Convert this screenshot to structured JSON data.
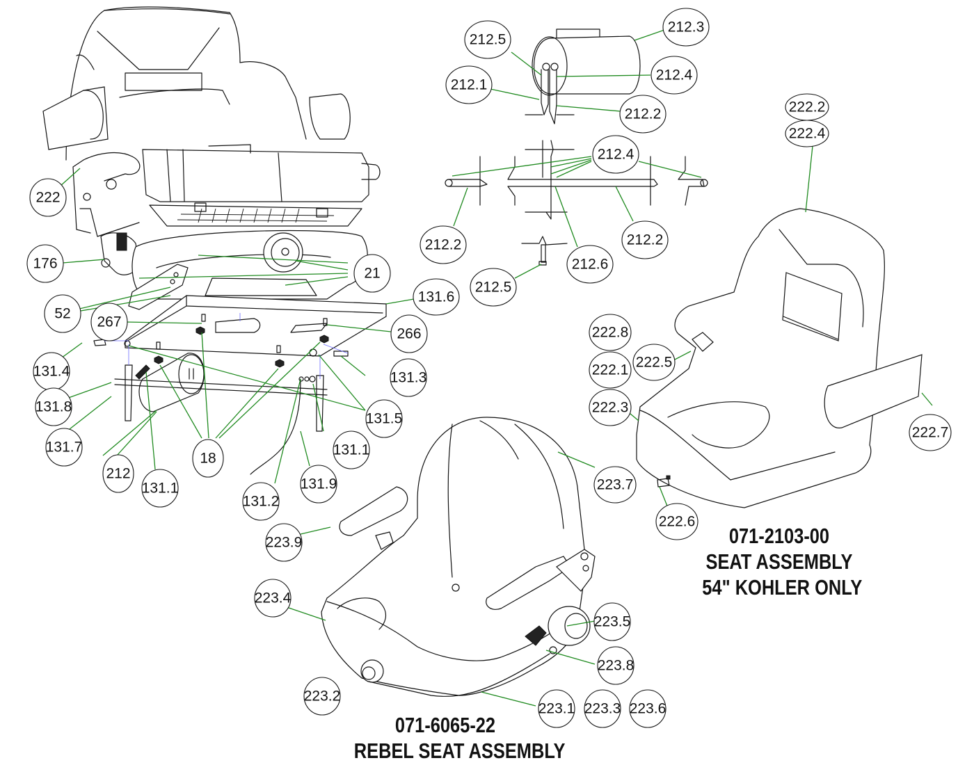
{
  "diagram": {
    "type": "exploded parts diagram",
    "leader_color": "#1f8a1f"
  },
  "assemblies": {
    "kohler": {
      "part_number": "071-2103-00",
      "line2": "SEAT ASSEMBLY",
      "line3": "54\" KOHLER ONLY"
    },
    "rebel": {
      "part_number": "071-6065-22",
      "line2": "REBEL SEAT ASSEMBLY"
    }
  },
  "callouts": [
    {
      "id": "c222",
      "label": "222"
    },
    {
      "id": "c176",
      "label": "176"
    },
    {
      "id": "c21",
      "label": "21"
    },
    {
      "id": "c52",
      "label": "52"
    },
    {
      "id": "c267",
      "label": "267"
    },
    {
      "id": "c131_6",
      "label": "131.6"
    },
    {
      "id": "c266",
      "label": "266"
    },
    {
      "id": "c131_4",
      "label": "131.4"
    },
    {
      "id": "c131_3",
      "label": "131.3"
    },
    {
      "id": "c131_8",
      "label": "131.8"
    },
    {
      "id": "c131_5",
      "label": "131.5"
    },
    {
      "id": "c131_7",
      "label": "131.7"
    },
    {
      "id": "c131_1a",
      "label": "131.1"
    },
    {
      "id": "c18",
      "label": "18"
    },
    {
      "id": "c212",
      "label": "212"
    },
    {
      "id": "c131_1b",
      "label": "131.1"
    },
    {
      "id": "c131_9",
      "label": "131.9"
    },
    {
      "id": "c131_2",
      "label": "131.2"
    },
    {
      "id": "c212_5a",
      "label": "212.5"
    },
    {
      "id": "c212_3",
      "label": "212.3"
    },
    {
      "id": "c212_1",
      "label": "212.1"
    },
    {
      "id": "c212_4a",
      "label": "212.4"
    },
    {
      "id": "c212_2a",
      "label": "212.2"
    },
    {
      "id": "c212_4b",
      "label": "212.4"
    },
    {
      "id": "c212_2b",
      "label": "212.2"
    },
    {
      "id": "c212_2c",
      "label": "212.2"
    },
    {
      "id": "c212_6",
      "label": "212.6"
    },
    {
      "id": "c212_5b",
      "label": "212.5"
    },
    {
      "id": "c222_2",
      "label": "222.2"
    },
    {
      "id": "c222_4",
      "label": "222.4"
    },
    {
      "id": "c222_8",
      "label": "222.8"
    },
    {
      "id": "c222_5",
      "label": "222.5"
    },
    {
      "id": "c222_1",
      "label": "222.1"
    },
    {
      "id": "c222_3",
      "label": "222.3"
    },
    {
      "id": "c222_7",
      "label": "222.7"
    },
    {
      "id": "c222_6",
      "label": "222.6"
    },
    {
      "id": "c223_7",
      "label": "223.7"
    },
    {
      "id": "c223_9",
      "label": "223.9"
    },
    {
      "id": "c223_4",
      "label": "223.4"
    },
    {
      "id": "c223_5",
      "label": "223.5"
    },
    {
      "id": "c223_8",
      "label": "223.8"
    },
    {
      "id": "c223_2",
      "label": "223.2"
    },
    {
      "id": "c223_1",
      "label": "223.1"
    },
    {
      "id": "c223_3",
      "label": "223.3"
    },
    {
      "id": "c223_6",
      "label": "223.6"
    }
  ]
}
